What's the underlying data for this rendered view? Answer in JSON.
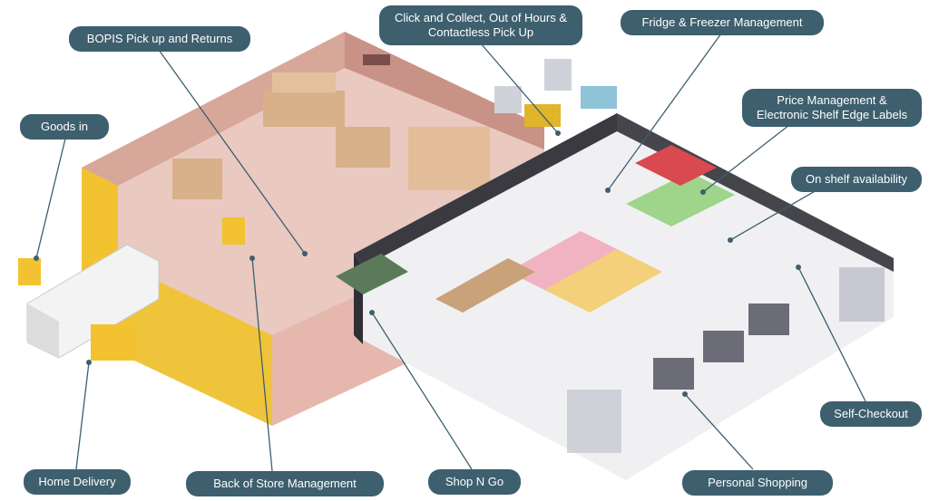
{
  "labels": {
    "bopis": "BOPIS Pick up and Returns",
    "click_collect": "Click and Collect, Out of Hours &\nContactless Pick Up",
    "fridge_freezer": "Fridge & Freezer Management",
    "price_management": "Price Management &\nElectronic Shelf Edge Labels",
    "goods_in": "Goods in",
    "on_shelf": "On shelf availability",
    "self_checkout": "Self-Checkout",
    "home_delivery": "Home Delivery",
    "back_of_store": "Back of Store Management",
    "shop_n_go": "Shop N Go",
    "personal_shopping": "Personal Shopping"
  },
  "colors": {
    "label_bg": "#3d5f6e",
    "label_text": "#ffffff",
    "warehouse_yellow": "#f2c230",
    "wall_pink": "#d9aaa0",
    "floor_light": "#efeff2",
    "store_wall": "#3a3a40"
  }
}
